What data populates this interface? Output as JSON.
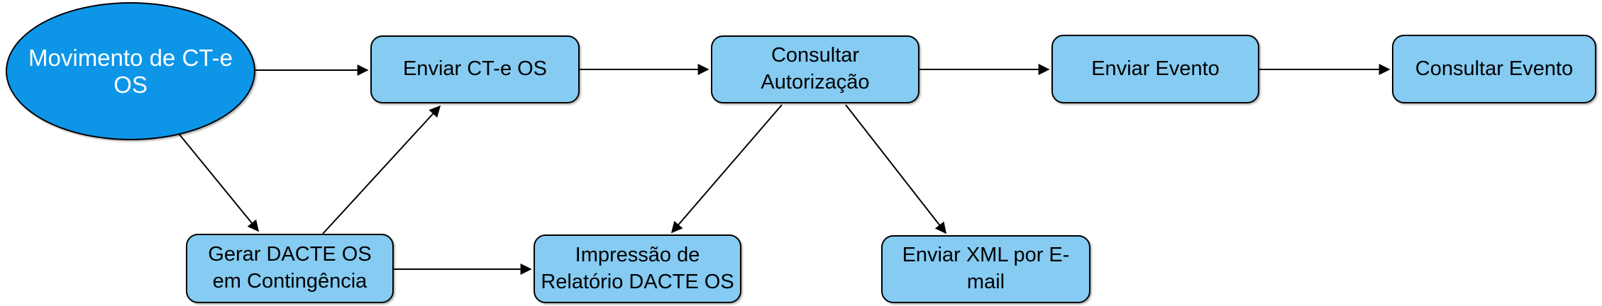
{
  "diagram": {
    "nodes": [
      {
        "id": "movimento",
        "label": "Movimento de CT-e OS",
        "shape": "ellipse",
        "role": "start"
      },
      {
        "id": "enviar_cte",
        "label": "Enviar CT-e OS",
        "shape": "rounded-rect",
        "role": "process"
      },
      {
        "id": "consultar_autorizacao",
        "label": "Consultar Autorização",
        "shape": "rounded-rect",
        "role": "process"
      },
      {
        "id": "enviar_evento",
        "label": "Enviar Evento",
        "shape": "rounded-rect",
        "role": "process"
      },
      {
        "id": "consultar_evento",
        "label": "Consultar Evento",
        "shape": "rounded-rect",
        "role": "process"
      },
      {
        "id": "gerar_dacte",
        "label": "Gerar DACTE OS em Contingência",
        "shape": "rounded-rect",
        "role": "process"
      },
      {
        "id": "impressao_relatorio",
        "label": "Impressão de Relatório DACTE OS",
        "shape": "rounded-rect",
        "role": "process"
      },
      {
        "id": "enviar_xml",
        "label": "Enviar XML por E-mail",
        "shape": "rounded-rect",
        "role": "process"
      }
    ],
    "edges": [
      {
        "from": "movimento",
        "to": "enviar_cte"
      },
      {
        "from": "movimento",
        "to": "gerar_dacte"
      },
      {
        "from": "gerar_dacte",
        "to": "enviar_cte"
      },
      {
        "from": "gerar_dacte",
        "to": "impressao_relatorio"
      },
      {
        "from": "enviar_cte",
        "to": "consultar_autorizacao"
      },
      {
        "from": "consultar_autorizacao",
        "to": "enviar_evento"
      },
      {
        "from": "consultar_autorizacao",
        "to": "impressao_relatorio"
      },
      {
        "from": "consultar_autorizacao",
        "to": "enviar_xml"
      },
      {
        "from": "enviar_evento",
        "to": "consultar_evento"
      }
    ],
    "colors": {
      "start_fill": "#0D96E8",
      "start_text": "#FFFFFF",
      "process_fill": "#85CBF2",
      "process_text": "#000000",
      "border": "#000000",
      "arrow": "#000000",
      "background": "#FFFFFF"
    }
  }
}
